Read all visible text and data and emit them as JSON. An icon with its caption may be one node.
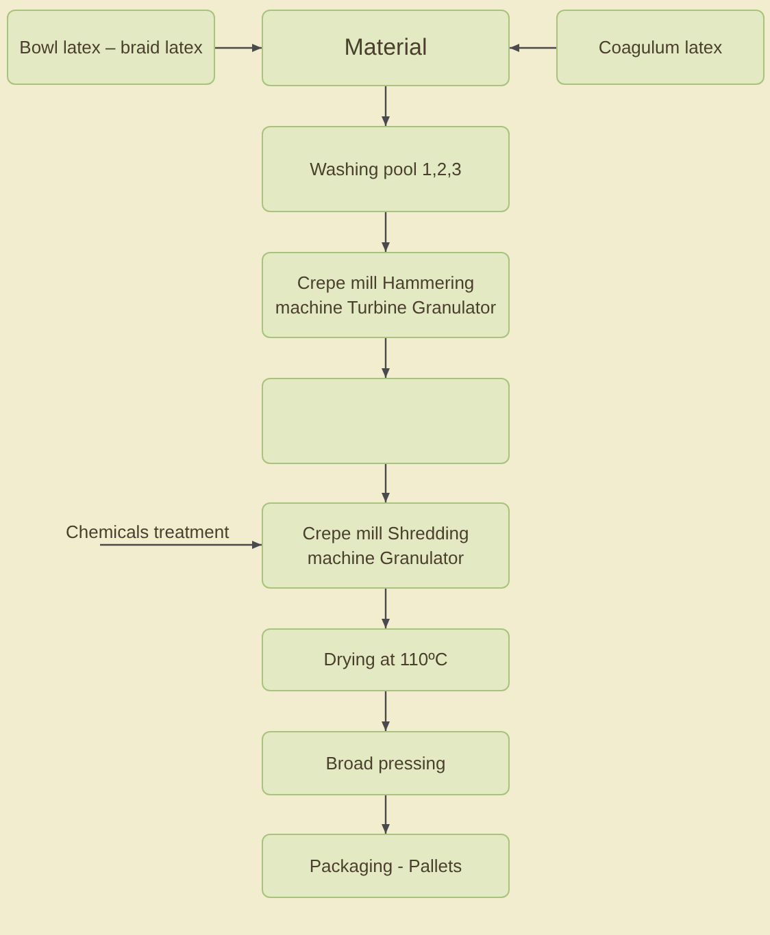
{
  "diagram": {
    "nodes": [
      {
        "text": [
          "Bowl latex – braid latex"
        ]
      },
      {
        "text": [
          "Material"
        ]
      },
      {
        "text": [
          "Coagulum latex"
        ]
      },
      {
        "text": [
          "Washing pool 1,2,3"
        ]
      },
      {
        "text": [
          "Crepe mill Hammering machine Turbine Granulator"
        ]
      },
      {
        "text": [],
        "shape": "box"
      },
      {
        "text": [
          "Crepe mill Shredding machine Granulator"
        ]
      },
      {
        "text": [
          "Drying at 110ºC"
        ]
      },
      {
        "text": [
          "Broad pressing"
        ]
      },
      {
        "text": [
          "Packaging - Pallets"
        ]
      }
    ],
    "edges": [
      {
        "from": 0,
        "to": 1,
        "arrow": "to"
      },
      {
        "from": 2,
        "to": 1,
        "arrow": "to"
      },
      {
        "from": 1,
        "to": 3,
        "arrow": "to"
      },
      {
        "from": 3,
        "to": 4,
        "arrow": "to"
      },
      {
        "from": 4,
        "to": 5,
        "arrow": "to"
      },
      {
        "from": 5,
        "to": 6,
        "arrow": "to"
      },
      {
        "from": null,
        "to": 6,
        "arrow": "to",
        "label": "Chemicals treatment"
      },
      {
        "from": 6,
        "to": 7,
        "arrow": "to"
      },
      {
        "from": 7,
        "to": 8,
        "arrow": "to"
      },
      {
        "from": 8,
        "to": 9,
        "arrow": "to"
      }
    ]
  }
}
